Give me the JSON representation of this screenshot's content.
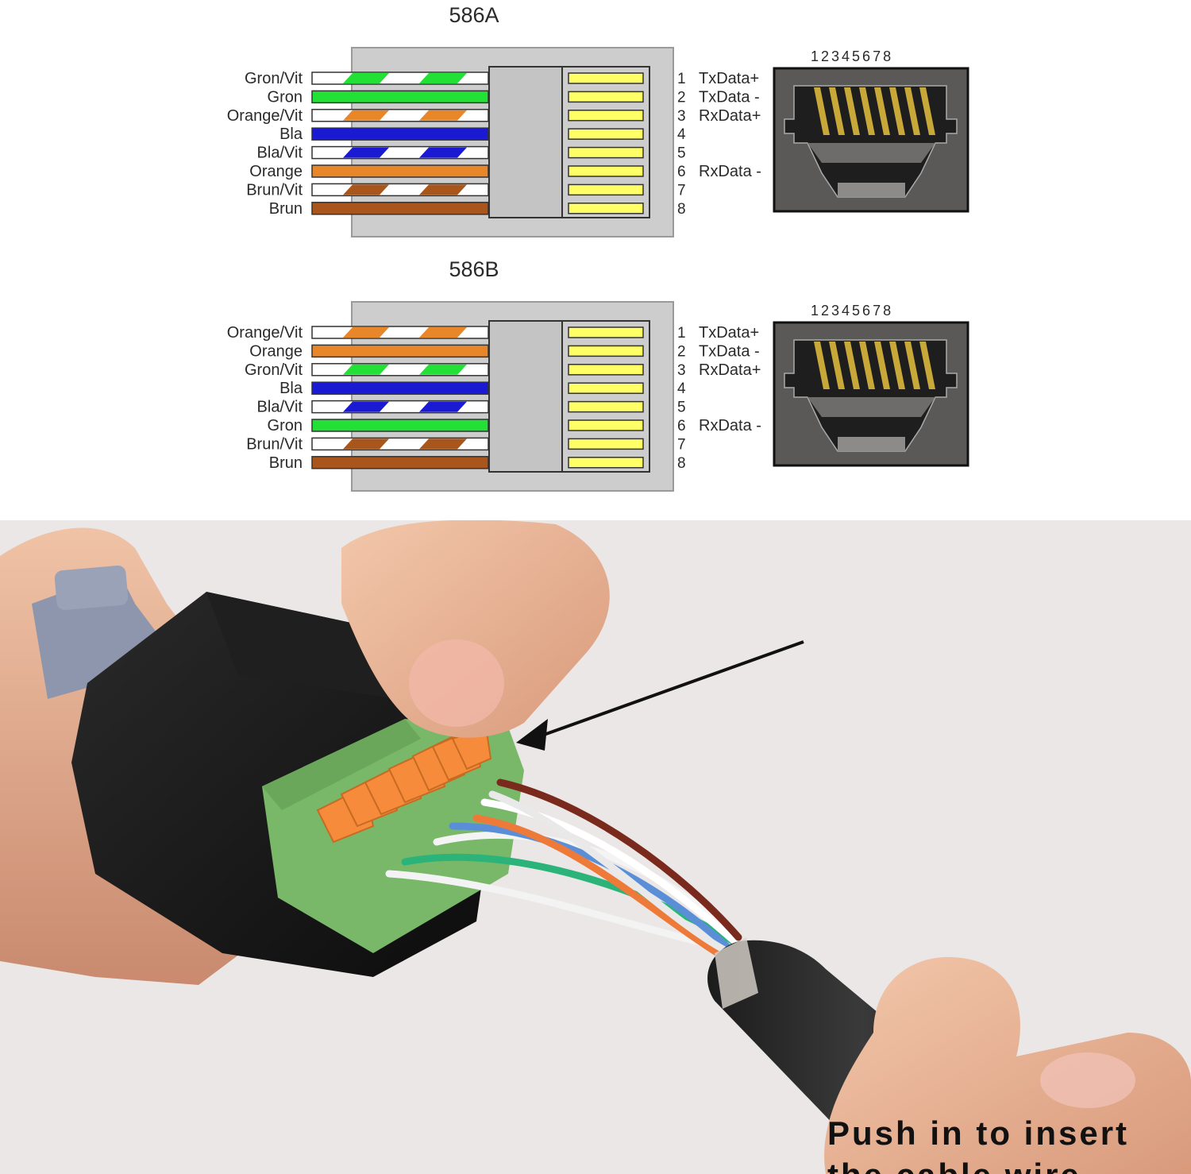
{
  "diagrams": [
    {
      "title": "586A",
      "wires": [
        {
          "label": "Gron/Vit",
          "color": "#22e036",
          "striped": true,
          "pin": "1",
          "signal": "TxData+"
        },
        {
          "label": "Gron",
          "color": "#22e036",
          "striped": false,
          "pin": "2",
          "signal": "TxData -"
        },
        {
          "label": "Orange/Vit",
          "color": "#e8862a",
          "striped": true,
          "pin": "3",
          "signal": "RxData+"
        },
        {
          "label": "Bla",
          "color": "#1a1ad2",
          "striped": false,
          "pin": "4",
          "signal": ""
        },
        {
          "label": "Bla/Vit",
          "color": "#1a1ad2",
          "striped": true,
          "pin": "5",
          "signal": ""
        },
        {
          "label": "Orange",
          "color": "#e8862a",
          "striped": false,
          "pin": "6",
          "signal": "RxData -"
        },
        {
          "label": "Brun/Vit",
          "color": "#a8561c",
          "striped": true,
          "pin": "7",
          "signal": ""
        },
        {
          "label": "Brun",
          "color": "#a8561c",
          "striped": false,
          "pin": "8",
          "signal": ""
        }
      ],
      "jack_pins": "12345678"
    },
    {
      "title": "586B",
      "wires": [
        {
          "label": "Orange/Vit",
          "color": "#e8862a",
          "striped": true,
          "pin": "1",
          "signal": "TxData+"
        },
        {
          "label": "Orange",
          "color": "#e8862a",
          "striped": false,
          "pin": "2",
          "signal": "TxData -"
        },
        {
          "label": "Gron/Vit",
          "color": "#22e036",
          "striped": true,
          "pin": "3",
          "signal": "RxData+"
        },
        {
          "label": "Bla",
          "color": "#1a1ad2",
          "striped": false,
          "pin": "4",
          "signal": ""
        },
        {
          "label": "Bla/Vit",
          "color": "#1a1ad2",
          "striped": true,
          "pin": "5",
          "signal": ""
        },
        {
          "label": "Gron",
          "color": "#22e036",
          "striped": false,
          "pin": "6",
          "signal": "RxData -"
        },
        {
          "label": "Brun/Vit",
          "color": "#a8561c",
          "striped": true,
          "pin": "7",
          "signal": ""
        },
        {
          "label": "Brun",
          "color": "#a8561c",
          "striped": false,
          "pin": "8",
          "signal": ""
        }
      ],
      "jack_pins": "12345678"
    }
  ],
  "photo": {
    "callout_line1": "Push in to insert",
    "callout_line2": "the cable wire"
  },
  "colors": {
    "plug_body": "#cdcdcd",
    "contact_yellow": "#ffff66",
    "jack_body": "#5a5958",
    "jack_pins": "#c9a83a",
    "photo_background": "#ebe7e6",
    "terminal_green": "#7cbd6c",
    "lever_orange": "#f48a3a"
  }
}
